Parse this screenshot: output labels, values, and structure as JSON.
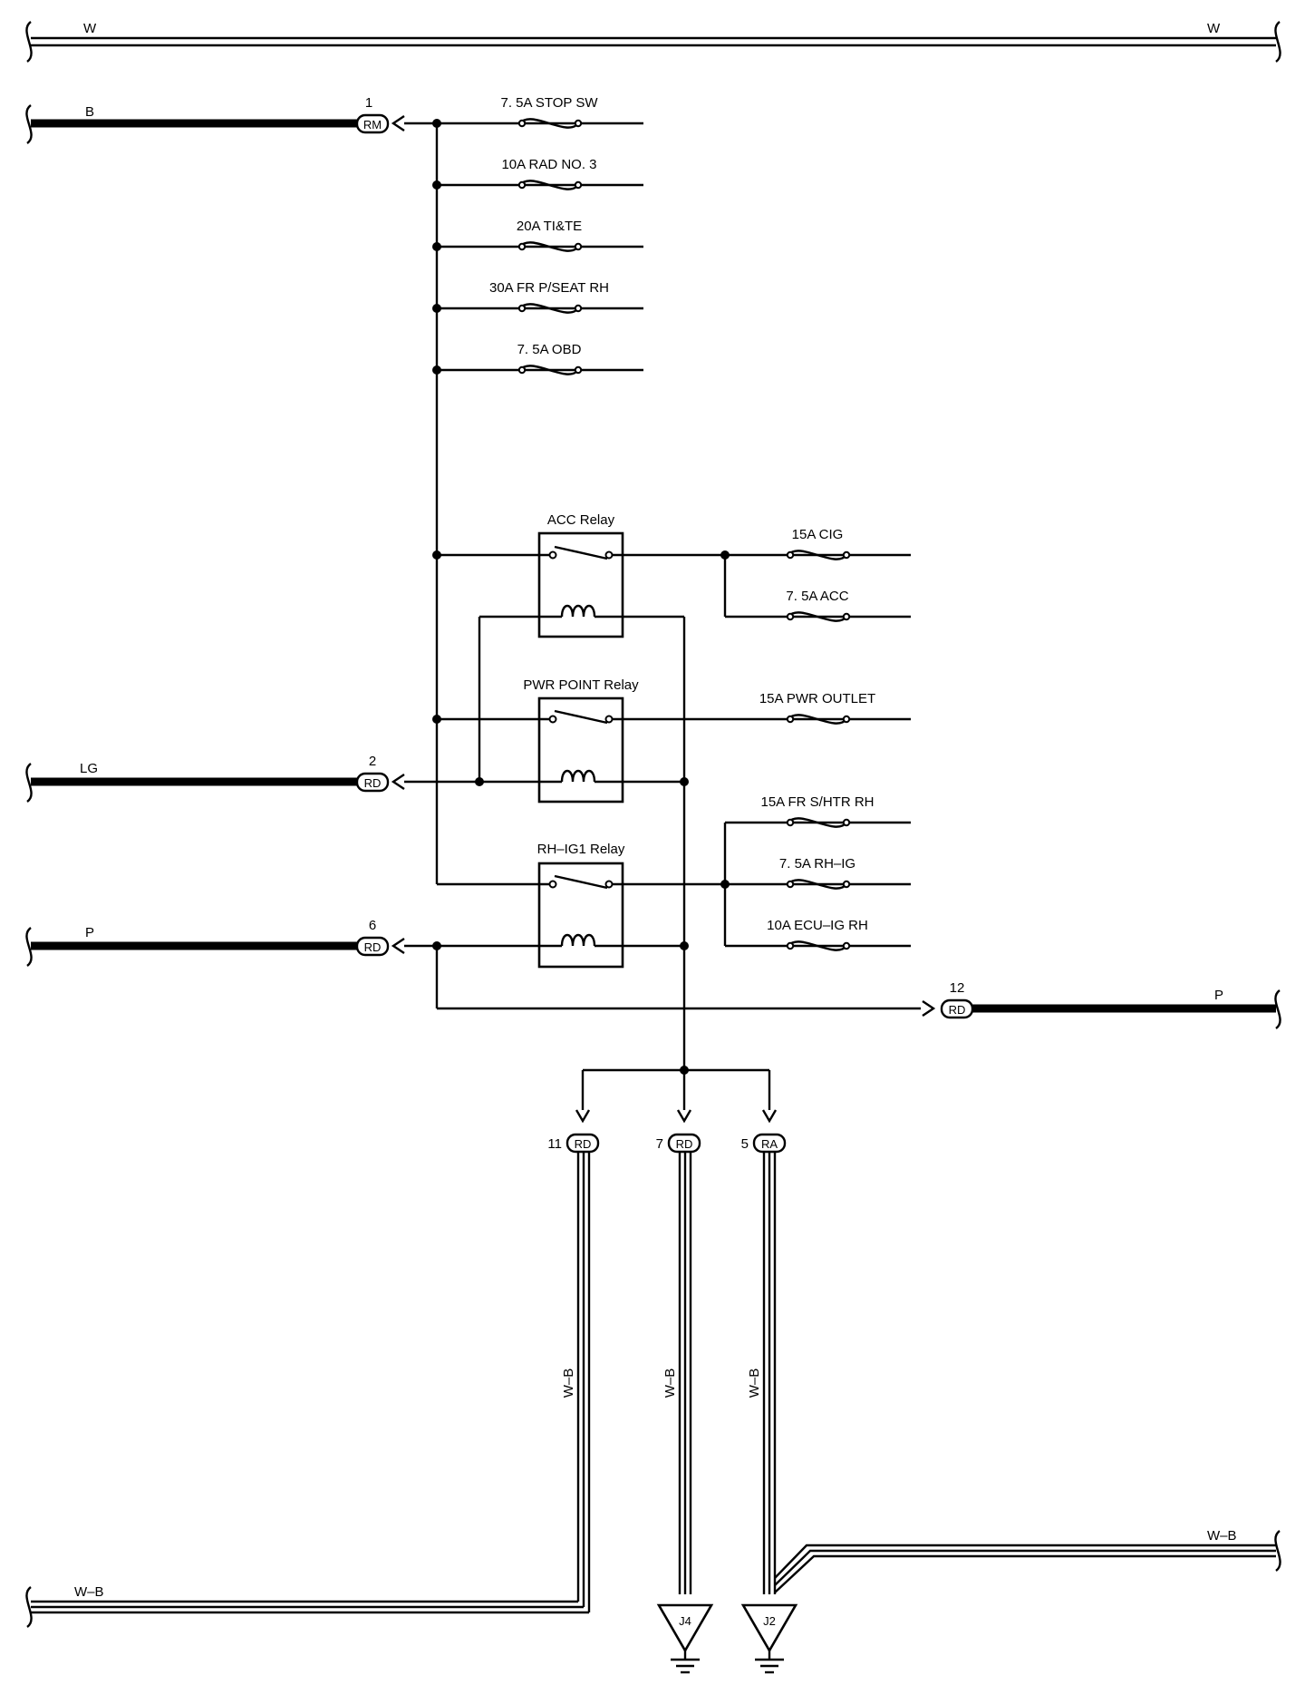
{
  "wires": {
    "top_left": "W",
    "top_right": "W",
    "b": "B",
    "lg": "LG",
    "p_left": "P",
    "p_right": "P",
    "wb_vert_11": "W–B",
    "wb_vert_7": "W–B",
    "wb_vert_5": "W–B",
    "wb_bottom_left": "W–B",
    "wb_bottom_right": "W–B"
  },
  "fuses": {
    "f1": "7. 5A STOP SW",
    "f2": "10A RAD NO. 3",
    "f3": "20A TI&TE",
    "f4": "30A FR P/SEAT RH",
    "f5": "7. 5A OBD",
    "f6": "15A CIG",
    "f7": "7. 5A ACC",
    "f8": "15A PWR OUTLET",
    "f9": "15A FR S/HTR RH",
    "f10": "7. 5A RH–IG",
    "f11": "10A ECU–IG RH"
  },
  "relays": {
    "acc": "ACC Relay",
    "pwr": "PWR POINT Relay",
    "rhig": "RH–IG1 Relay"
  },
  "connectors": {
    "c1": {
      "pin": "1",
      "code": "RM"
    },
    "c2": {
      "pin": "2",
      "code": "RD"
    },
    "c6": {
      "pin": "6",
      "code": "RD"
    },
    "c12": {
      "pin": "12",
      "code": "RD"
    },
    "c11": {
      "pin": "11",
      "code": "RD"
    },
    "c7": {
      "pin": "7",
      "code": "RD"
    },
    "c5": {
      "pin": "5",
      "code": "RA"
    }
  },
  "grounds": {
    "g1": "J4",
    "g2": "J2"
  }
}
